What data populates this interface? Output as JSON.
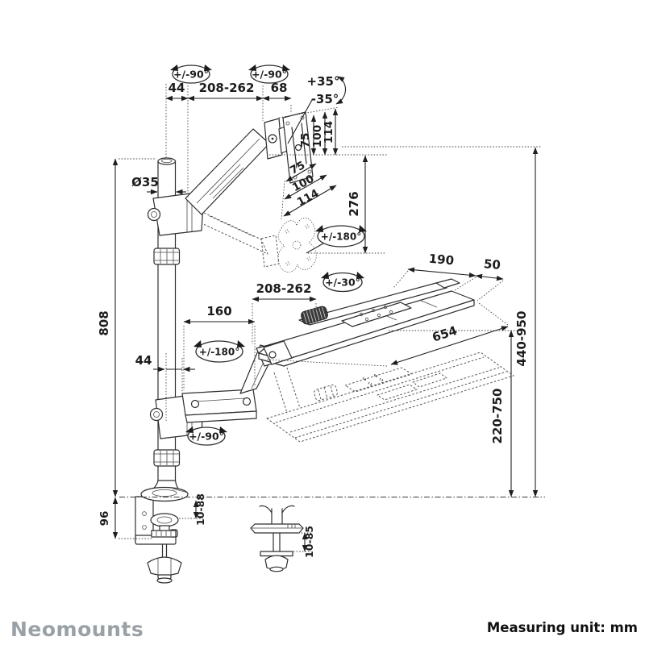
{
  "colors": {
    "line": "#2e2e2e",
    "dimension_text": "#1c1c1c",
    "ghost_line": "#4f4f4f",
    "spring_fill": "#3b3b3b",
    "brand_gray": "#9aa1a6",
    "footer_text": "#101010",
    "background": "#ffffff"
  },
  "footer": {
    "brand": "Neomounts",
    "unit_note": "Measuring unit: mm"
  },
  "rotations": {
    "pole_swivel": "+/-90°",
    "monitor_pivot_swivel": "+/-90°",
    "monitor_rotation": "+/-180°",
    "tray_tilt": "+/-30°",
    "tray_swivel": "+/-180°",
    "lower_arm_swivel": "+/-90°"
  },
  "tilt": {
    "up": "+35°",
    "down": "-35°"
  },
  "dimensions": {
    "pole_to_arm_offset": "44",
    "upper_arm_reach": "208-262",
    "vesa_head_offset": "68",
    "pole_diameter": "Ø35",
    "vesa_vertical": [
      "75",
      "100",
      "114"
    ],
    "vesa_horizontal": [
      "75",
      "100",
      "114"
    ],
    "monitor_drop": "276",
    "tray_rear_depth": "190",
    "tray_rear_edge": "50",
    "lower_arm_reach": "208-262",
    "lower_forearm_length": "160",
    "pole_height": "808",
    "pole_to_lower_arm_offset": "44",
    "tray_width": "654",
    "monitor_height_range": "440-950",
    "tray_height_range": "220-750",
    "clamp_bracket_height": "96",
    "clamp_desk_thickness": "10-88",
    "grommet_desk_thickness": "10-85"
  }
}
